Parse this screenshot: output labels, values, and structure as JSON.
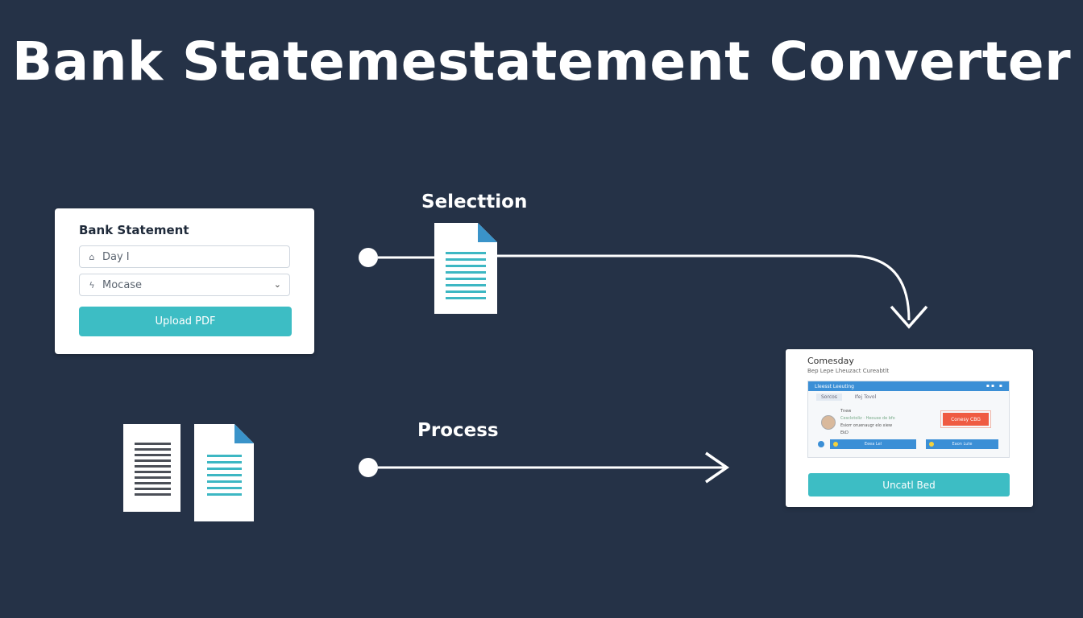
{
  "title": "Bank Statemestatement Converter",
  "labels": {
    "selection": "Selecttion",
    "process": "Process"
  },
  "input_card": {
    "title": "Bank Statement",
    "field1": {
      "icon": "calendar-icon",
      "value": "Day I"
    },
    "field2": {
      "icon": "bolt-icon",
      "value": "Mocase"
    },
    "upload_button": "Upload PDF"
  },
  "output_card": {
    "title": "Comesday",
    "subtitle": "Bep  Lepe  Lheuzact Cureabtlt",
    "topbar": {
      "title": "Lleesst Leeuting",
      "icons": "▪▪ ▪"
    },
    "tabs": [
      "Sorcos",
      "Ifej  Tovol"
    ],
    "profile_lines": [
      "Tnew",
      "Cesclotoliz   · Heouse de  bfo",
      "Esiorr oruenaugr elo xiew",
      "EkD"
    ],
    "action_button": "Conesy CBG",
    "mini_buttons": [
      "Eeea Lel",
      "Eaon Lute"
    ],
    "bottom_button": "Uncatl Bed"
  },
  "colors": {
    "background": "#253247",
    "accent": "#3dbdc4",
    "doc_lines": "#3db7c3",
    "doc_corner": "#3a93c9",
    "action": "#ef5b42"
  }
}
